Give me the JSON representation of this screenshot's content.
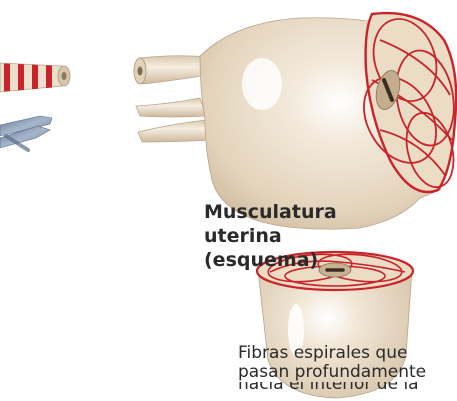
{
  "title": {
    "line1": "Musculatura",
    "line2": "uterina",
    "line3": "(esquema)"
  },
  "caption": {
    "line1": "Fibras espirales que",
    "line2": "pasan profundamente",
    "line3_partial": "hacia el interior de la"
  },
  "colors": {
    "uterus_body": "#ede0cc",
    "muscle_fibers": "#c8242a",
    "cut_surface": "#e4d6c0",
    "ligament_blue": "#7f93ae",
    "text": "#2a2a2a"
  }
}
